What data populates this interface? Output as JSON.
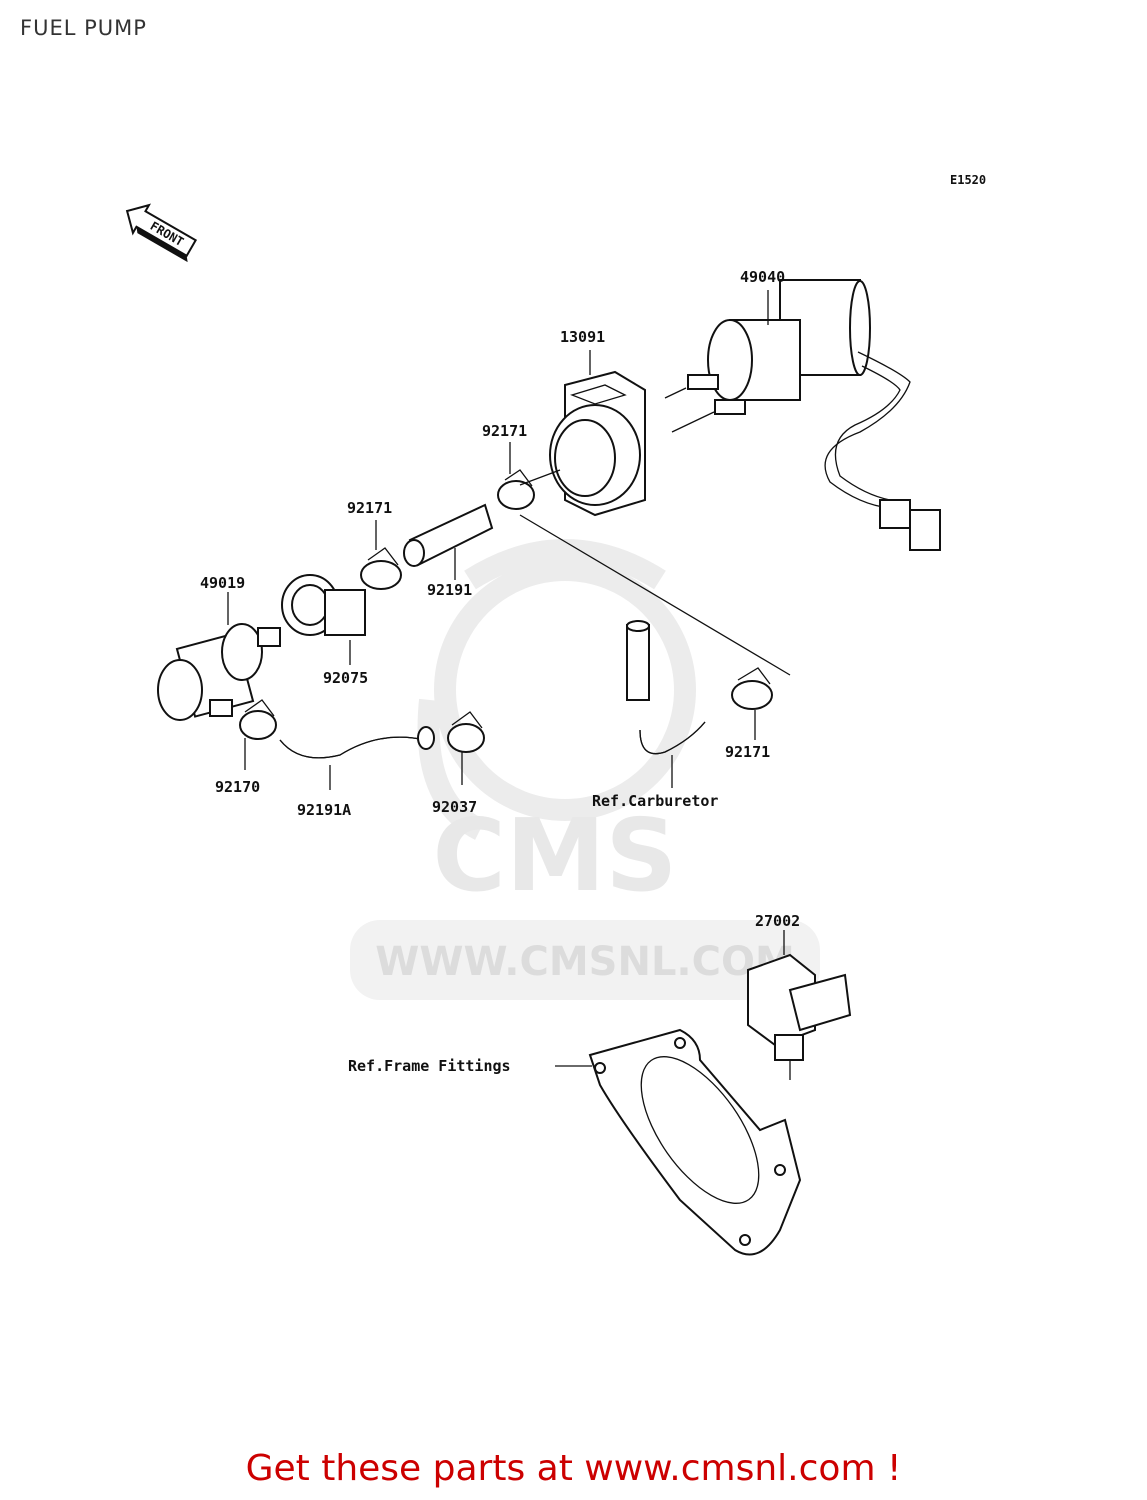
{
  "page": {
    "title": "FUEL PUMP"
  },
  "diagram": {
    "code": "E1520",
    "front_marker": "FRONT",
    "part_labels": {
      "p49040": "49040",
      "p13091": "13091",
      "p92171_a": "92171",
      "p92171_b": "92171",
      "p92191": "92191",
      "p49019": "49019",
      "p92075": "92075",
      "p92171_c": "92171",
      "p92170": "92170",
      "p92191A": "92191A",
      "p92037": "92037",
      "ref_carburetor": "Ref.Carburetor",
      "p27002": "27002",
      "ref_frame": "Ref.Frame Fittings"
    },
    "watermark": {
      "brand": "CMS",
      "url": "WWW.CMSNL.COM"
    }
  },
  "footer": {
    "promo_text": "Get these parts at www.cmsnl.com !",
    "promo_color": "#cc0000"
  }
}
